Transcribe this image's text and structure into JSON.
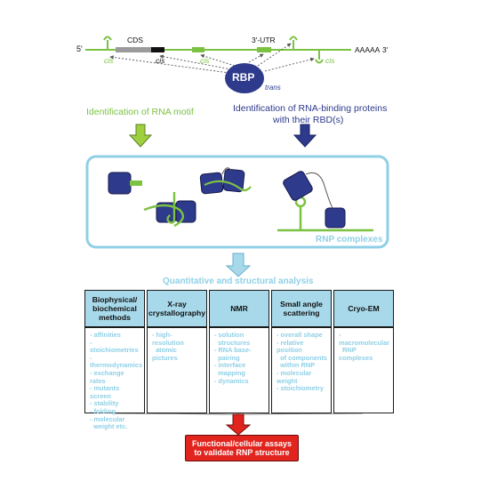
{
  "mrna": {
    "five_prime": "5'",
    "cds_label": "CDS",
    "utr_label": "3'-UTR",
    "polya": "AAAAA",
    "three_prime": "3'",
    "cis_labels": [
      "cis",
      "cis",
      "cis",
      "cis"
    ]
  },
  "rbp": {
    "label": "RBP",
    "trans_label": "trans"
  },
  "branches": {
    "left_label": "Identification of RNA motif",
    "right_label_line1": "Identification of RNA-binding proteins",
    "right_label_line2": "with their RBD(s)"
  },
  "rnp_box": {
    "label": "RNP complexes"
  },
  "analysis": {
    "title": "Quantitative and structural analysis"
  },
  "methods": [
    {
      "header": "Biophysical/\nbiochemical\nmethods",
      "items": [
        "affinities",
        "stoichiometries",
        "thermodynamics",
        "exchange rates",
        "mutants screen",
        "stability",
        "folding",
        "molecular",
        "weight etc."
      ]
    },
    {
      "header": "X-ray\ncrystallography",
      "items": [
        "high-resolution",
        "atomic pictures"
      ]
    },
    {
      "header": "NMR",
      "items": [
        "solution",
        "structures",
        "RNA base-",
        "pairing",
        "interface",
        "mapping",
        "dynamics"
      ]
    },
    {
      "header": "Small angle\nscattering",
      "items": [
        "overall shape",
        "relative position",
        "of components",
        "within RNP",
        "molecular weight",
        "stoichiometry"
      ]
    },
    {
      "header": "Cryo-EM",
      "items": [
        "macromolecular",
        "RNP complexes"
      ]
    }
  ],
  "assay": {
    "label": "Functional/cellular assays\nto validate RNP structure"
  },
  "colors": {
    "green": "#7cc242",
    "navy": "#2e3a8c",
    "light_blue": "#a7d9ea",
    "red": "#e1241e",
    "box_border": "#8fd0e6"
  },
  "icons": [
    "down-arrow-green",
    "down-arrow-navy",
    "down-arrow-lightblue",
    "down-arrow-red",
    "rna-stem-loop",
    "protein-domain"
  ]
}
